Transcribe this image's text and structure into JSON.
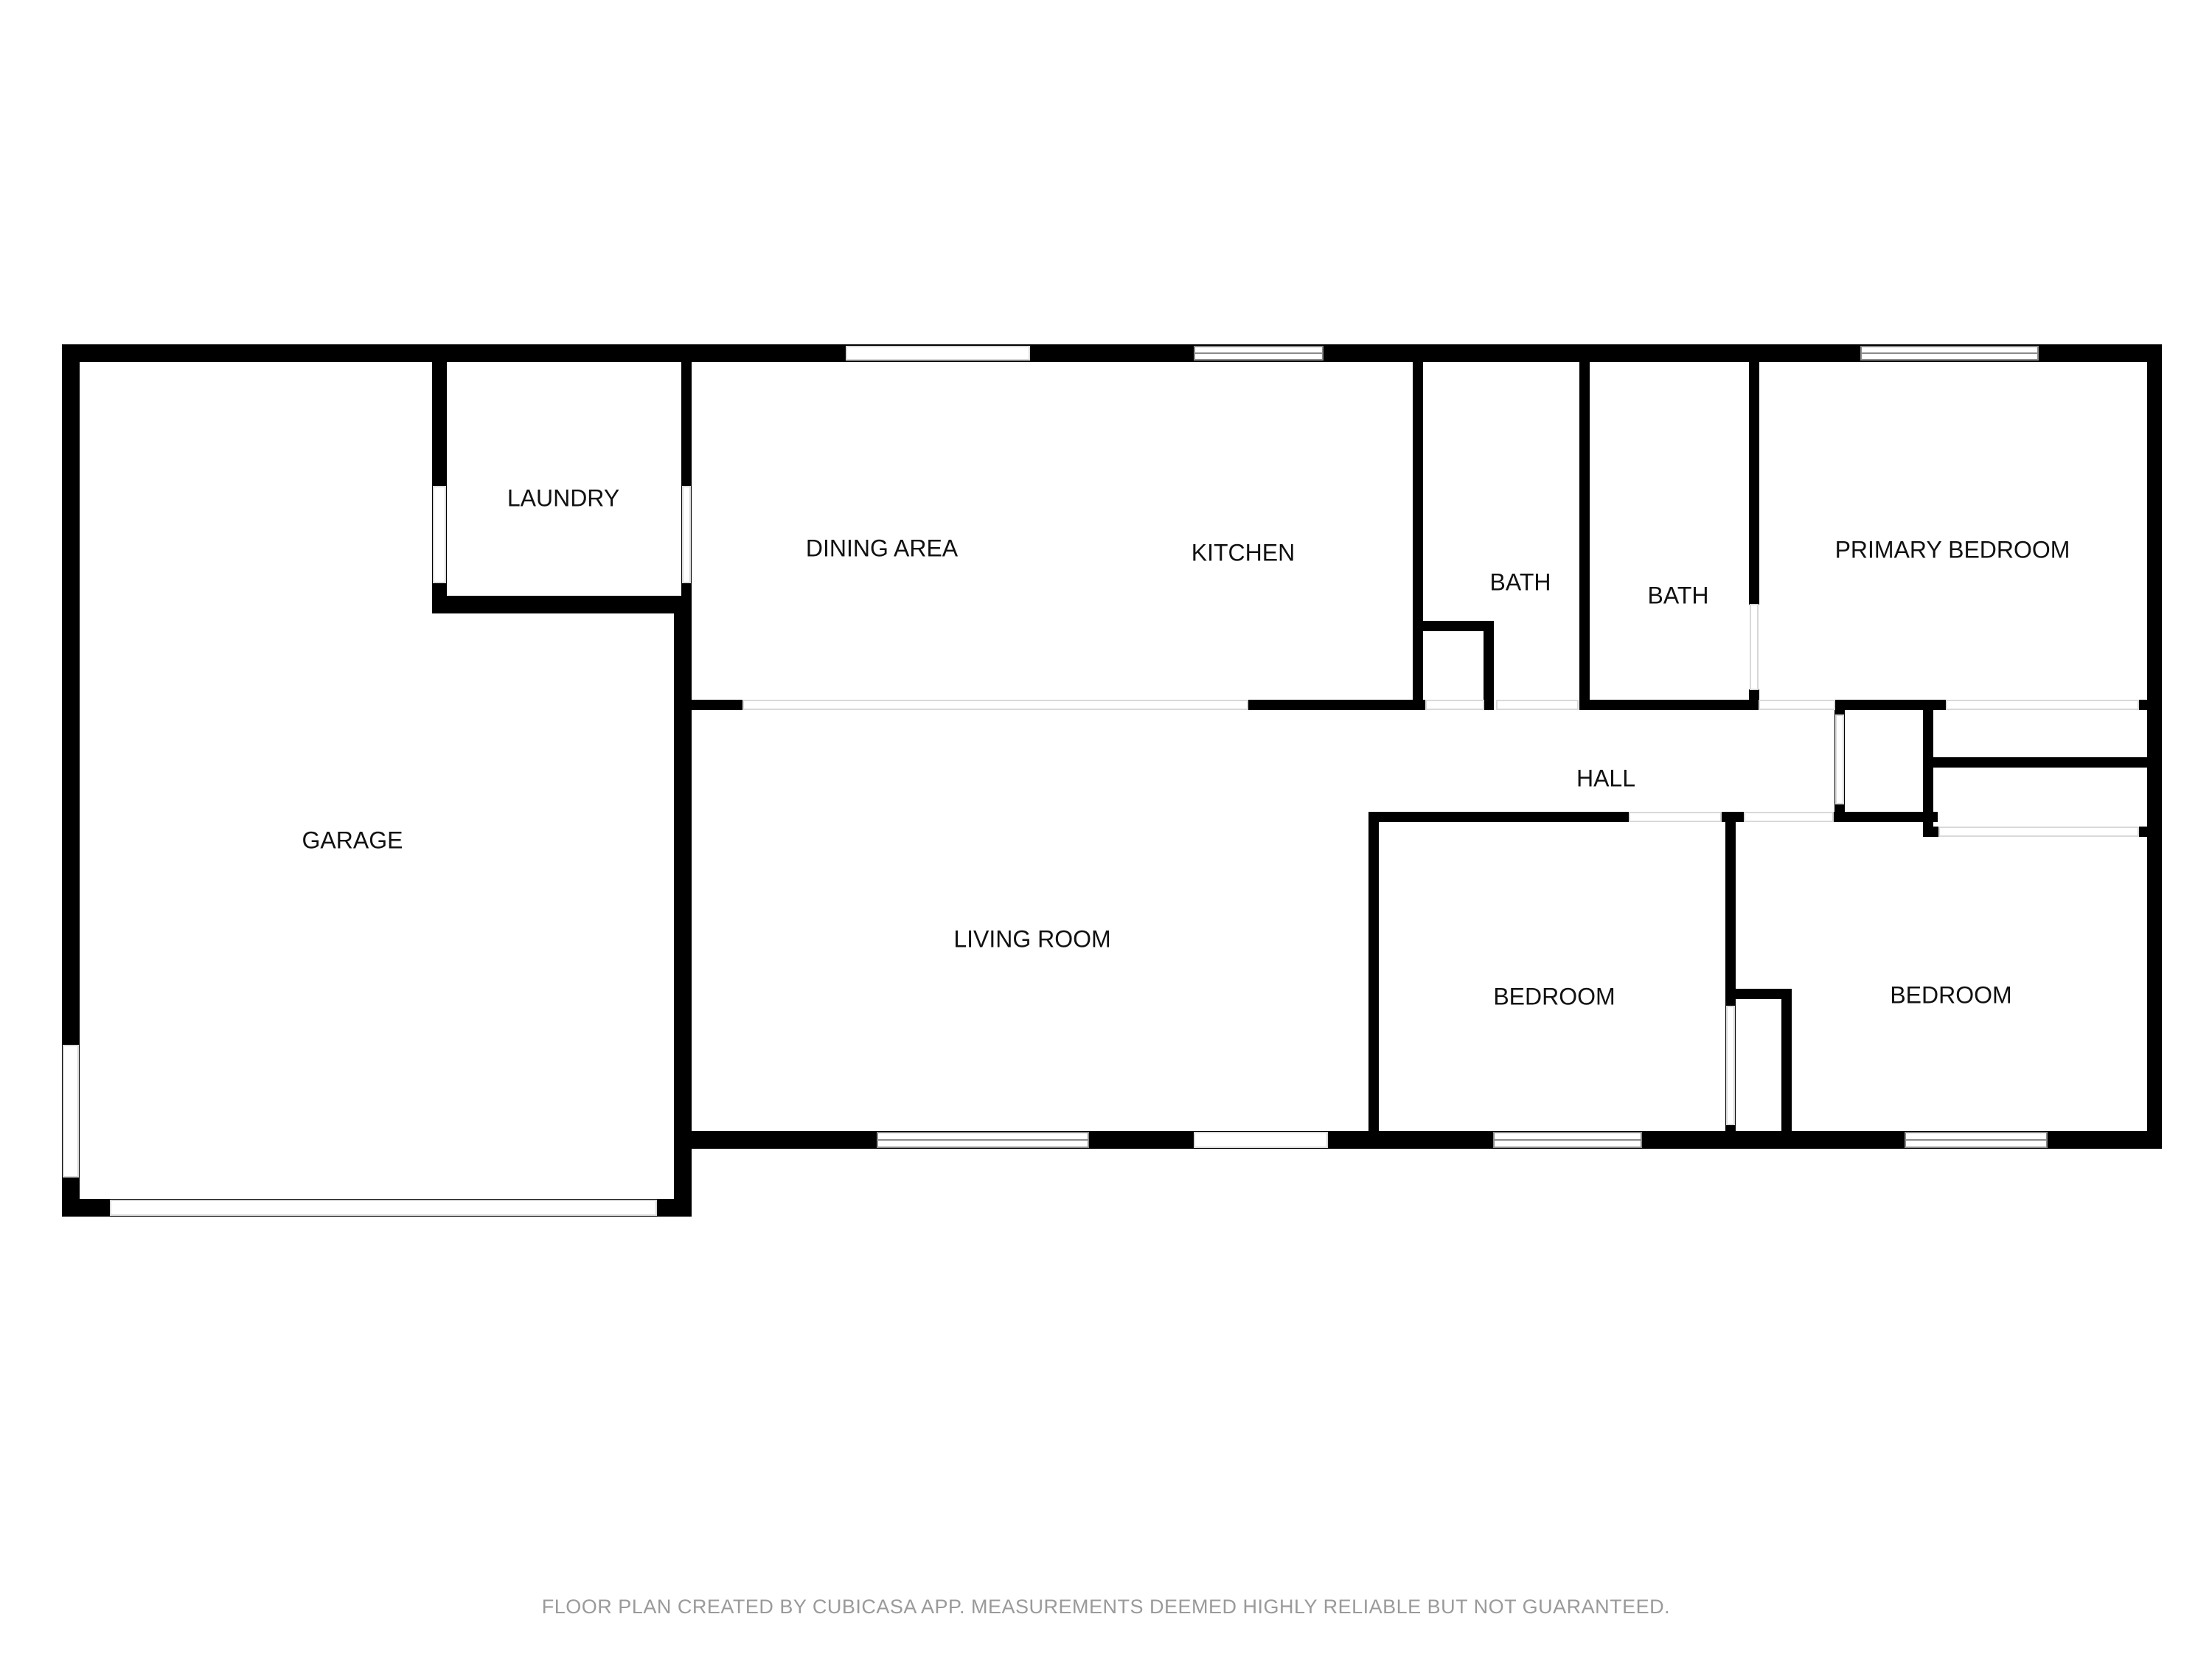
{
  "rooms": {
    "laundry": "LAUNDRY",
    "dining_area": "DINING AREA",
    "kitchen": "KITCHEN",
    "bath_1": "BATH",
    "bath_2": "BATH",
    "primary_bedroom": "PRIMARY BEDROOM",
    "garage": "GARAGE",
    "hall": "HALL",
    "living_room": "LIVING ROOM",
    "bedroom_1": "BEDROOM",
    "bedroom_2": "BEDROOM"
  },
  "footer": {
    "disclaimer": "FLOOR PLAN CREATED BY CUBICASA APP. MEASUREMENTS DEEMED HIGHLY RELIABLE BUT NOT GUARANTEED."
  }
}
